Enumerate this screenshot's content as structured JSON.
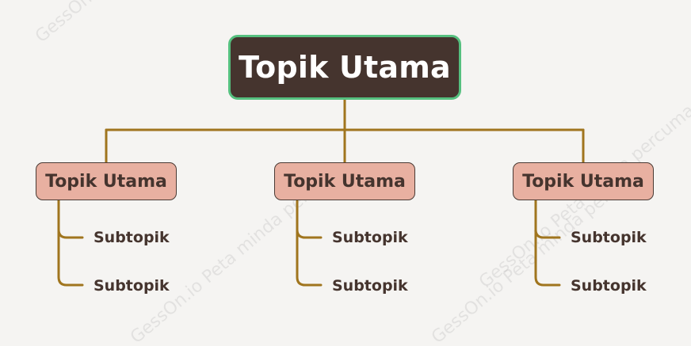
{
  "root": {
    "label": "Topik Utama"
  },
  "topics": [
    {
      "label": "Topik Utama",
      "subtopics": [
        "Subtopik",
        "Subtopik"
      ]
    },
    {
      "label": "Topik Utama",
      "subtopics": [
        "Subtopik",
        "Subtopik"
      ]
    },
    {
      "label": "Topik Utama",
      "subtopics": [
        "Subtopik",
        "Subtopik"
      ]
    }
  ],
  "watermark": "GessOn.io Peta minda percuma",
  "colors": {
    "background": "#f5f4f2",
    "root_fill": "#45342e",
    "root_border": "#55c07f",
    "topic_fill": "#e8b0a1",
    "connector": "#a0751e",
    "text_dark": "#45342e"
  }
}
